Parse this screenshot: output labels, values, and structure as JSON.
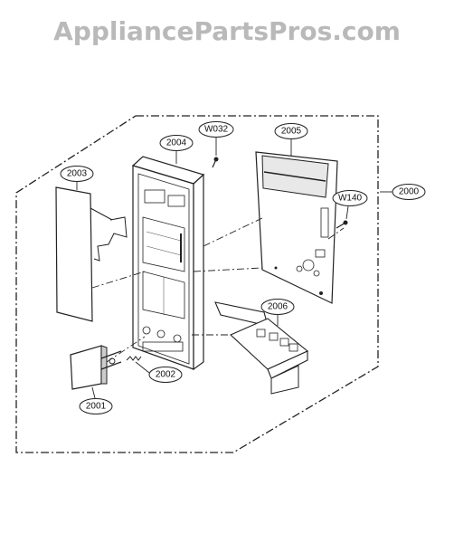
{
  "watermark": "AppliancePartsPros.com",
  "callouts": {
    "p2000": "2000",
    "p2001": "2001",
    "p2002": "2002",
    "p2003": "2003",
    "p2004": "2004",
    "p2005": "2005",
    "p2006": "2006",
    "w032": "W032",
    "w140": "W140"
  }
}
